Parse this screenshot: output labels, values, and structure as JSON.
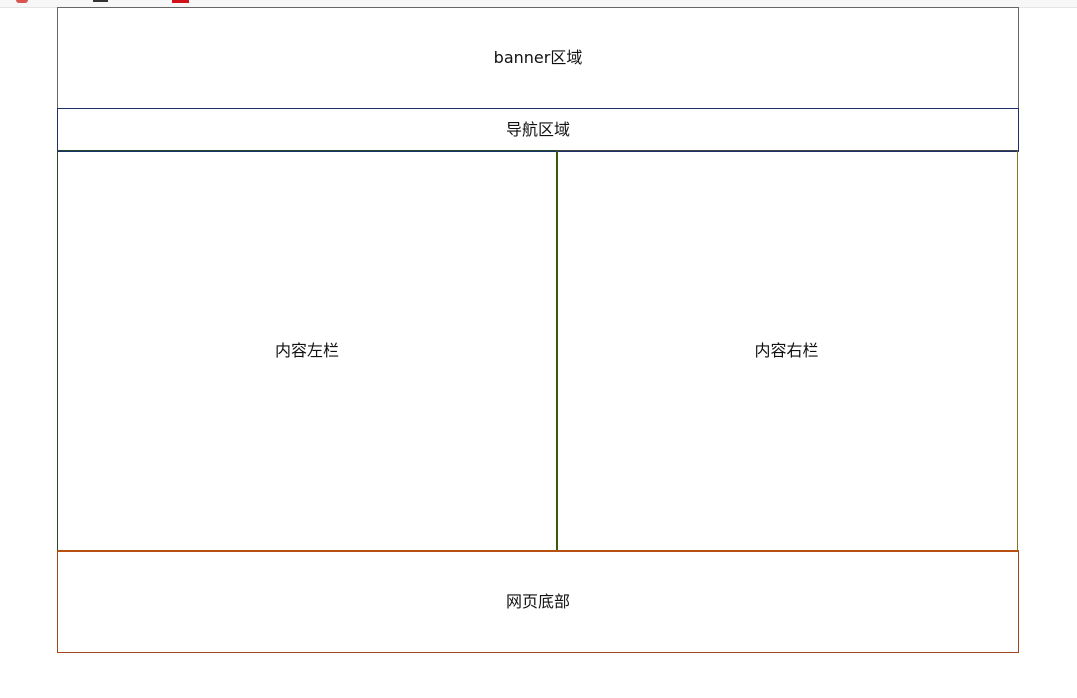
{
  "layout": {
    "banner": {
      "label": "banner区域",
      "border_color": "#666666"
    },
    "nav": {
      "label": "导航区域",
      "border_color": "#1f2f6b"
    },
    "content_left": {
      "label": "内容左栏",
      "border_color": "#1f4d2b"
    },
    "content_right": {
      "label": "内容右栏",
      "border_color": "#8a7320"
    },
    "footer": {
      "label": "网页底部",
      "border_color": "#a0461c"
    }
  }
}
